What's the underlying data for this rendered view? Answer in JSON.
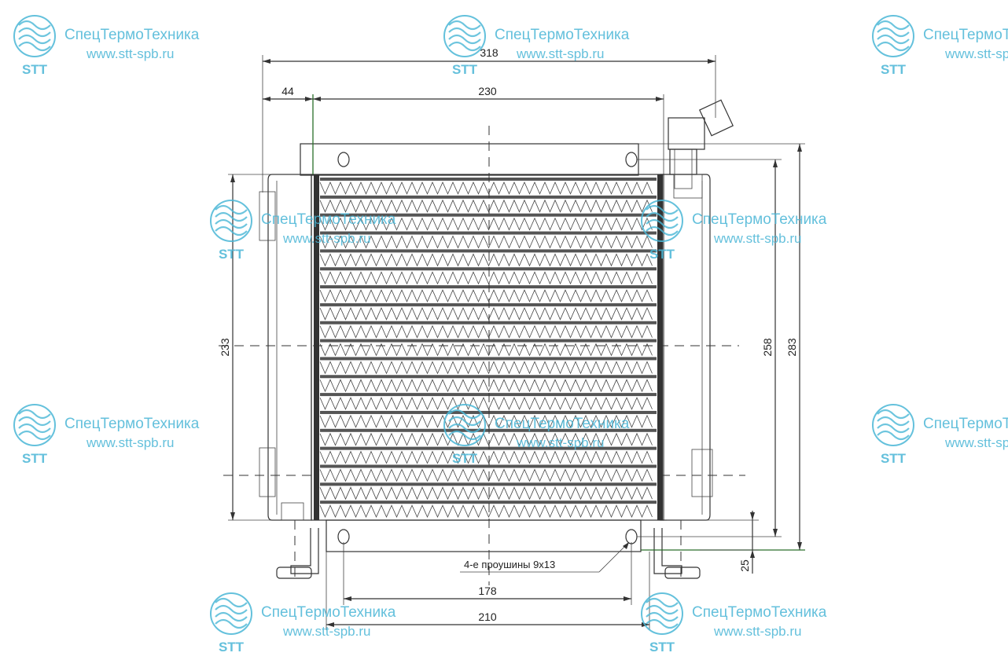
{
  "watermark": {
    "company": "СпецТермоТехника",
    "url": "www.stt-spb.ru",
    "logo_text": "STT"
  },
  "dimensions": {
    "overall_width": "318",
    "left_offset": "44",
    "core_width": "230",
    "height_233": "233",
    "height_258": "258",
    "height_283": "283",
    "foot_height": "25",
    "mount_spacing_178": "178",
    "mount_spacing_210": "210"
  },
  "notes": {
    "mount_holes": "4-е проушины 9x13"
  },
  "colors": {
    "line": "#333333",
    "watermark": "#49b6d6",
    "accent_green": "#2a6e2a"
  }
}
